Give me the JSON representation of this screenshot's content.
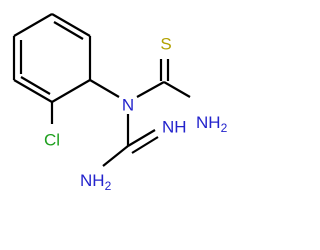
{
  "molecule": {
    "atoms": {
      "sulfur": {
        "symbol": "S",
        "color": "#b2a100"
      },
      "thio_amine": {
        "symbol": "NH",
        "subscript": "2",
        "color": "#2323cc"
      },
      "central_nitrogen": {
        "symbol": "N",
        "color": "#2323cc"
      },
      "imine": {
        "symbol": "NH",
        "color": "#2323cc"
      },
      "amine": {
        "symbol": "NH",
        "subscript": "2",
        "color": "#2323cc"
      },
      "chlorine": {
        "symbol": "Cl",
        "color": "#1fa01f"
      }
    },
    "bond_color": "#000000"
  }
}
